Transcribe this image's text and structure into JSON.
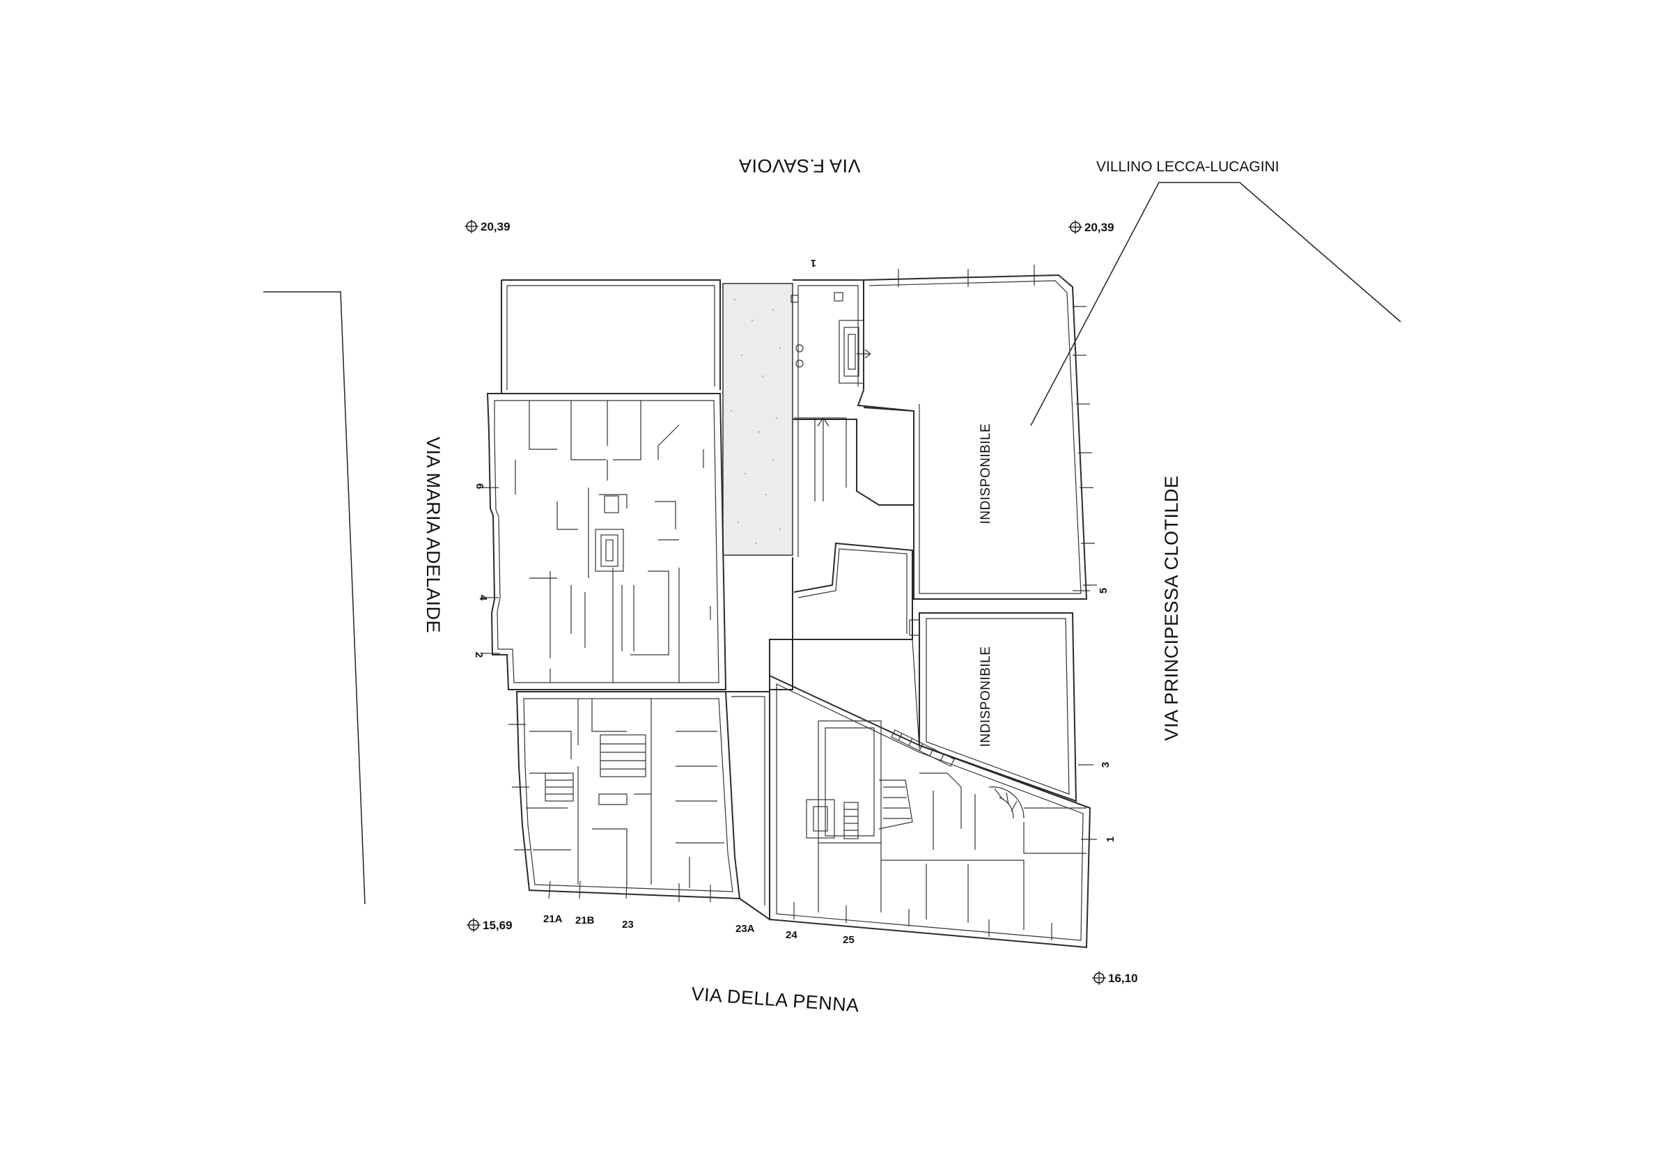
{
  "streets": {
    "north": "VIA F.SAVOIA",
    "west": "VIA MARIA ADELAIDE",
    "east": "VIA PRINCIPESSA CLOTILDE",
    "south": "VIA DELLA PENNA"
  },
  "building_label": "VILLINO LECCA-LUCAGINI",
  "rooms": {
    "unavailable_1": "INDISPONIBILE",
    "unavailable_2": "INDISPONIBILE"
  },
  "elevations": {
    "nw": "20,39",
    "ne": "20,39",
    "sw": "15,69",
    "se": "16,10"
  },
  "entrances": {
    "north": [
      "1"
    ],
    "west": [
      "6",
      "4",
      "2"
    ],
    "east": [
      "5",
      "3",
      "1"
    ],
    "south": [
      "21A",
      "21B",
      "23",
      "23A",
      "24",
      "25"
    ]
  }
}
